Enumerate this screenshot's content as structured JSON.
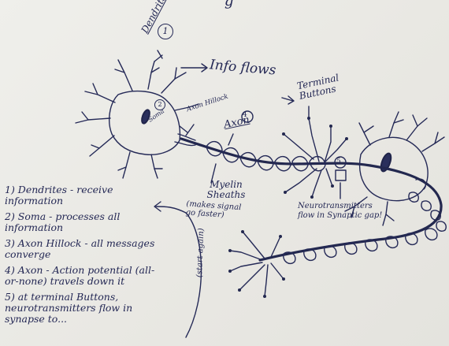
{
  "title_fragment": "g",
  "markers": {
    "one": "1",
    "two": "2",
    "four": "4",
    "five": "5"
  },
  "labels": {
    "dendrites": "Dendrites",
    "info_flows": "Info flows",
    "terminal_buttons": "Terminal Buttons",
    "soma": "Soma",
    "axon_hillock": "Axon Hillock",
    "axon": "Axon",
    "myelin_sheaths": "Myelin Sheaths",
    "makes_signal_faster": "(makes signal go faster)",
    "neurotransmitters": "Neurotransmitters flow in Synaptic gap!",
    "start_again": "(start again)"
  },
  "list": [
    "1) Dendrites - receive information",
    "2) Soma - processes all information",
    "3) Axon Hillock - all messages converge",
    "4) Axon - Action potential (all-or-none) travels down it",
    "5) at terminal Buttons, neurotransmitters flow in synapse to..."
  ],
  "colors": {
    "ink": "#252a57",
    "paper": "#ecebe6"
  }
}
